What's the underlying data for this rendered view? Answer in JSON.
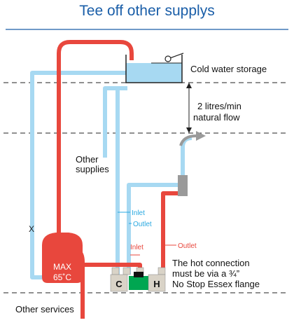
{
  "title": "Tee off other supplys",
  "labels": {
    "cold_water_storage": "Cold water storage",
    "flow_line1": "2 litres/min",
    "flow_line2": "natural flow",
    "other_supplies_line1": "Other",
    "other_supplies_line2": "supplies",
    "inlet_blue": "Inlet",
    "outlet_blue": "Outlet",
    "inlet_red": "Inlet",
    "outlet_red": "Outlet",
    "cylinder_line1": "MAX",
    "cylinder_line2": "65˚C",
    "valve_c": "C",
    "valve_h": "H",
    "note_line1": "The hot connection",
    "note_line2": "must be via a ¾”",
    "note_line3": "No Stop Essex flange",
    "other_services": "Other services",
    "x_mark": "X"
  },
  "colors": {
    "title": "#1a5ea8",
    "hot_pipe": "#e8473d",
    "cold_pipe": "#a7d9f2",
    "blue_label": "#29a8e0",
    "red_label": "#e8473d",
    "tank_water": "#a7d9f2",
    "valve_body": "#00a651",
    "fitting": "#d9d3c7"
  }
}
